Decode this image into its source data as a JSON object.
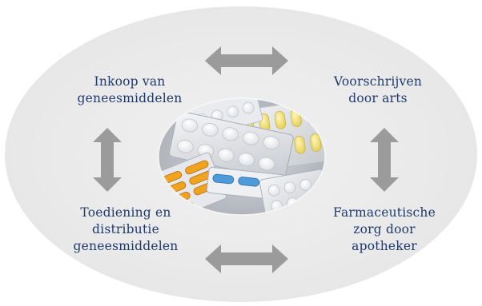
{
  "diagram": {
    "nodes": [
      {
        "id": "inkoop",
        "lines": [
          "Inkoop van",
          "geneesmiddelen"
        ]
      },
      {
        "id": "voorschrijven",
        "lines": [
          "Voorschrijven",
          "door arts"
        ]
      },
      {
        "id": "farmaceutische",
        "lines": [
          "Farmaceutische",
          "zorg door",
          "apotheker"
        ]
      },
      {
        "id": "toediening",
        "lines": [
          "Toediening en",
          "distributie",
          "geneesmiddelen"
        ]
      }
    ],
    "edges": [
      {
        "from": "inkoop",
        "to": "voorschrijven",
        "type": "bidirectional"
      },
      {
        "from": "voorschrijven",
        "to": "farmaceutische",
        "type": "bidirectional"
      },
      {
        "from": "farmaceutische",
        "to": "toediening",
        "type": "bidirectional"
      },
      {
        "from": "toediening",
        "to": "inkoop",
        "type": "bidirectional"
      }
    ],
    "center_image": "pill-blister-packs-photo",
    "colors": {
      "text": "#1f3a6d",
      "arrow": "#9b9b9b",
      "background_ellipse": "#e9e9e9"
    }
  }
}
